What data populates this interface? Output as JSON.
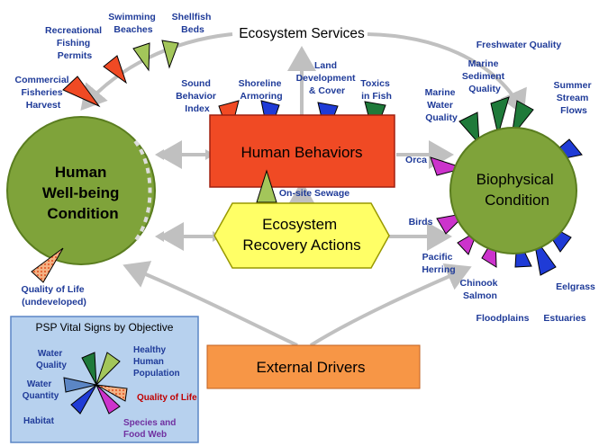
{
  "nodes": {
    "ecosystem_services": "Ecosystem Services",
    "human_wellbeing": [
      "Human",
      "Well-being",
      "Condition"
    ],
    "human_behaviors": "Human Behaviors",
    "recovery_actions": [
      "Ecosystem",
      "Recovery Actions"
    ],
    "biophysical": [
      "Biophysical",
      "Condition"
    ],
    "external_drivers": "External Drivers"
  },
  "indicators": {
    "recreational_fishing": [
      "Recreational",
      "Fishing",
      "Permits"
    ],
    "swimming_beaches": [
      "Swimming",
      "Beaches"
    ],
    "shellfish_beds": [
      "Shellfish",
      "Beds"
    ],
    "commercial_fisheries": [
      "Commercial",
      "Fisheries",
      "Harvest"
    ],
    "sound_behavior": [
      "Sound",
      "Behavior",
      "Index"
    ],
    "shoreline_armoring": [
      "Shoreline",
      "Armoring"
    ],
    "land_development": [
      "Land",
      "Development",
      "& Cover"
    ],
    "toxics_in_fish": [
      "Toxics",
      "in Fish"
    ],
    "onsite_sewage": "On-site Sewage",
    "freshwater_quality": "Freshwater Quality",
    "marine_sediment": [
      "Marine",
      "Sediment",
      "Quality"
    ],
    "marine_water": [
      "Marine",
      "Water",
      "Quality"
    ],
    "summer_stream": [
      "Summer",
      "Stream",
      "Flows"
    ],
    "orca": "Orca",
    "birds": "Birds",
    "pacific_herring": [
      "Pacific",
      "Herring"
    ],
    "chinook_salmon": [
      "Chinook",
      "Salmon"
    ],
    "floodplains": "Floodplains",
    "estuaries": "Estuaries",
    "eelgrass": "Eelgrass",
    "quality_of_life": [
      "Quality of Life",
      "(undeveloped)"
    ]
  },
  "legend": {
    "title": "PSP Vital Signs by Objective",
    "water_quality": [
      "Water",
      "Quality"
    ],
    "healthy_human": [
      "Healthy",
      "Human",
      "Population"
    ],
    "water_quantity": [
      "Water",
      "Quantity"
    ],
    "quality_of_life": "Quality of Life",
    "habitat": "Habitat",
    "species_food_web": [
      "Species and",
      "Food Web"
    ]
  },
  "colors": {
    "green_circle": "#7fa33a",
    "human_behaviors_fill": "#f04a24",
    "recovery_fill": "#ffff66",
    "external_fill": "#f79646",
    "legend_bg": "#b7d1ee",
    "water_quality": "#1f7a3a",
    "healthy_human": "#a3c65a",
    "water_quantity": "#1f3bd6",
    "quality_of_life": "#f04a24",
    "habitat": "#1f3bd6",
    "species": "#cc33cc",
    "label_blue": "#1f3b99"
  }
}
